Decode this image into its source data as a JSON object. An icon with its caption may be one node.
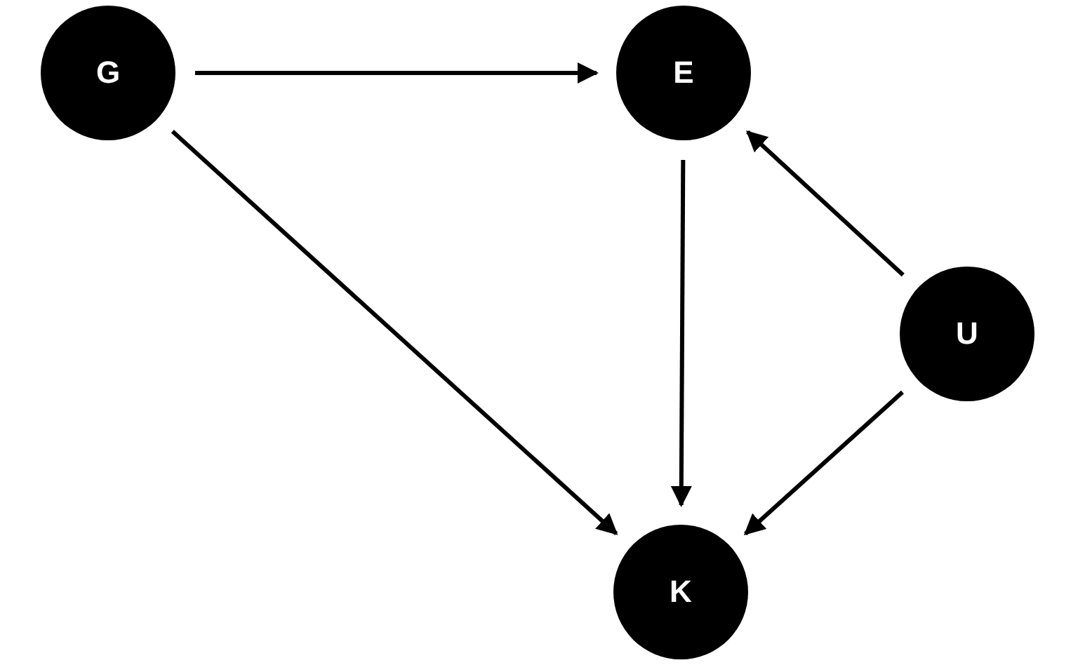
{
  "diagram": {
    "nodes": [
      {
        "text": [
          "G"
        ]
      },
      {
        "text": [
          "E"
        ]
      },
      {
        "text": [
          "U"
        ]
      },
      {
        "text": [
          "K"
        ]
      }
    ],
    "edges": [
      {
        "from": 0,
        "to": 1,
        "arrow": "to"
      },
      {
        "from": 0,
        "to": 3,
        "arrow": "to"
      },
      {
        "from": 1,
        "to": 3,
        "arrow": "to"
      },
      {
        "from": 2,
        "to": 1,
        "arrow": "to"
      },
      {
        "from": 2,
        "to": 3,
        "arrow": "to"
      }
    ]
  }
}
